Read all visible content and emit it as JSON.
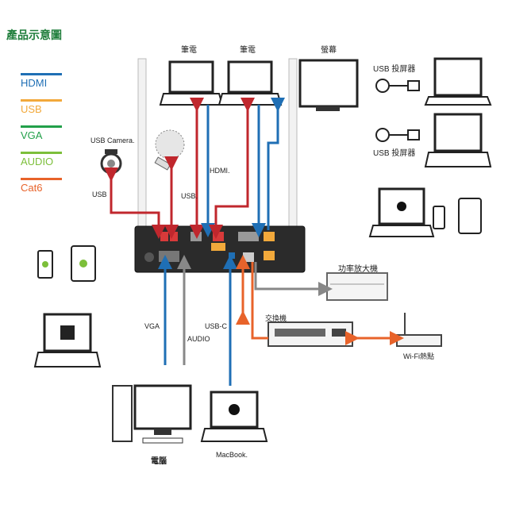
{
  "title": "產品示意圖",
  "legend": [
    {
      "label": "HDMI",
      "color": "#1f6fb5"
    },
    {
      "label": "USB",
      "color": "#f2a93b"
    },
    {
      "label": "VGA",
      "color": "#22a04a"
    },
    {
      "label": "AUDIO",
      "color": "#7cbf3a"
    },
    {
      "label": "Cat6",
      "color": "#e8632a"
    }
  ],
  "labels": {
    "laptop1": "筆電",
    "laptop2": "筆電",
    "monitor": "螢幕",
    "usb_camera": "USB Camera.",
    "usb": "USB",
    "usb2": "USB.",
    "hdmi": "HDMI.",
    "usb_dongle_top": "USB 投屏器",
    "usb_dongle_bottom": "USB 投屏器",
    "amplifier": "功率放大機",
    "switch": "交換機",
    "wifi": "Wi-Fi熱點",
    "vga": "VGA",
    "audio": "AUDIO",
    "usbc": "USB-C",
    "pc": "電腦",
    "macbook": "MacBook."
  }
}
